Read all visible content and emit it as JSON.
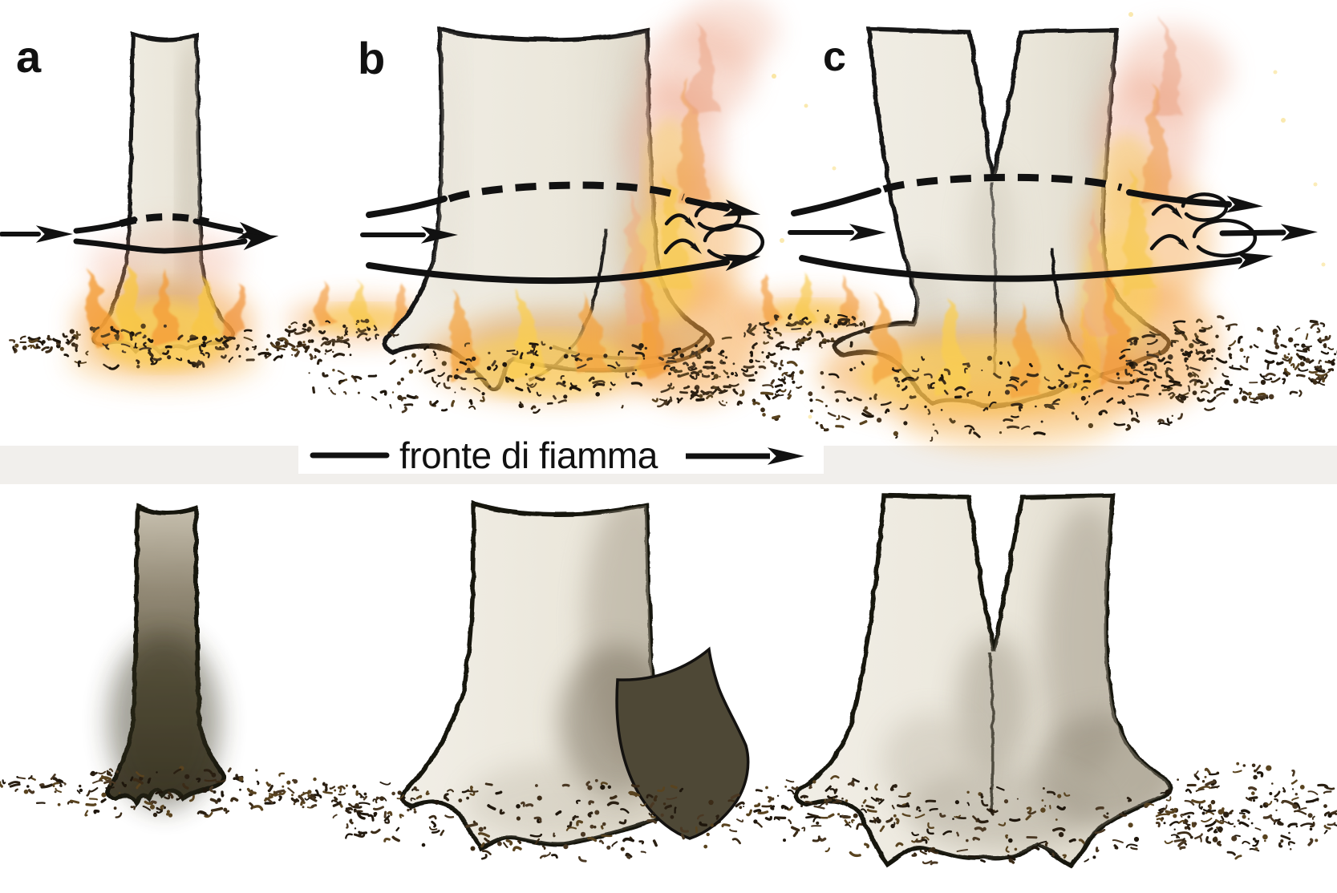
{
  "figure": {
    "panels": [
      {
        "label": "a",
        "top": "thin single trunk, surface fire burning all around the base, wind streamlines passing close around the stem",
        "bottom": "stem charred low on all sides"
      },
      {
        "label": "b",
        "top": "large buttressed trunk, flames drawn up the leeward side, lee eddies behind the trunk",
        "bottom": "trunk charred only on the leeward buttress"
      },
      {
        "label": "c",
        "top": "forked twin trunk, flames drawn up the leeward side, lee eddies behind the trunk",
        "bottom": "char concentrated on the leeward side and in the fork"
      }
    ],
    "caption": {
      "text": "fronte di fiamma"
    },
    "colors": {
      "background": "#ffffff",
      "band": "#f1efec",
      "ink": "#111111",
      "trunk": "#ece8de",
      "flame_yellow": "#fbd054",
      "flame_orange": "#f2993c",
      "smoke_salmon": "#eda184",
      "char_dark": "#4e4836",
      "char_gradient_bottom": "#3f392a",
      "litter_brown": "#2a1f12"
    }
  }
}
